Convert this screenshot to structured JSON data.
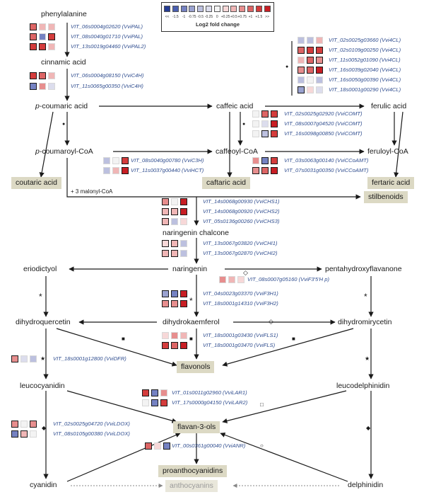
{
  "legend": {
    "ticks": [
      "<<",
      "-1.5",
      "-1",
      "-0.75",
      "-0.5",
      "-0.25",
      "0",
      "+0.25",
      "+0.5",
      "+0.75",
      "+1",
      "+1.5",
      ">>"
    ],
    "title": "Log2 fold change",
    "colors": [
      "#263c94",
      "#4a5fb0",
      "#7582c2",
      "#9aa2d0",
      "#bcc0df",
      "#dcdded",
      "#f3f3f3",
      "#f7d8d8",
      "#f0b6b6",
      "#e78e8e",
      "#dd6565",
      "#d43c3c",
      "#c81e24"
    ]
  },
  "compounds": {
    "phenylalanine": "phenylalanine",
    "cinnamic": "cinnamic acid",
    "pcoumaric_pre": "p",
    "pcoumaric": "-coumaric acid",
    "caffeic": "caffeic acid",
    "ferulic": "ferulic acid",
    "pcoumaroyl_pre": "p",
    "pcoumaroyl": "-coumaroyl-CoA",
    "caffeoyl": "caffeoyl-CoA",
    "feruloyl": "feruloyl-CoA",
    "malonyl": "+ 3 malonyl-CoA",
    "chalcone": "naringenin chalcone",
    "naringenin": "naringenin",
    "eriodictyol": "eriodictyol",
    "pentahydroxy": "pentahydroxyflavanone",
    "dihydroquercetin": "dihydroquercetin",
    "dihydrokaempferol": "dihydrokaemferol",
    "dihydromyricetin": "dihydromirycetin",
    "leucocyanidin": "leucocyanidin",
    "leucodelphinidin": "leucodelphinidin",
    "cyanidin": "cyanidin",
    "delphinidin": "delphinidin"
  },
  "products": {
    "coutaric": "coutaric acid",
    "caftaric": "caftaric acid",
    "fertaric": "fertaric acid",
    "stilbenoids": "stilbenoids",
    "flavonols": "flavonols",
    "flavan3ols": "flavan-3-ols",
    "proanthocyanidins": "proanthocyanidins",
    "anthocyanins": "anthocyanins"
  },
  "genes": {
    "pal1": "VIT_06s0004g02620 (VviPAL)",
    "pal2": "VIT_08s0040g01710 (VviPAL)",
    "pal3": "VIT_13s0019g04460 (VviPAL2)",
    "c4h1": "VIT_06s0004g08150 (VviC4H)",
    "c4h2": "VIT_11s0065g00350 (VviC4H)",
    "cl1": "VIT_02s0025g03660 (Vvi4CL)",
    "cl2": "VIT_02s0109g00250 (Vvi4CL)",
    "cl3": "VIT_11s0052g01090 (Vvi4CL)",
    "cl4": "VIT_16s0039g02040 (Vvi4CL)",
    "cl5": "VIT_16s0050g00390 (Vvi4CL)",
    "cl6": "VIT_18s0001g00290 (Vvi4CL)",
    "comt1": "VIT_02s0025g02920 (VviCOMT)",
    "comt2": "VIT_08s0007g04520 (VviCOMT)",
    "comt3": "VIT_16s0098g00850 (VviCOMT)",
    "c3h": "VIT_08s0040g00780 (VviC3H)",
    "hct": "VIT_11s0037g00440 (VviHCT)",
    "ccoamt1": "VIT_03s0063g00140 (VviCCoAMT)",
    "ccoamt2": "VIT_07s0031g00350 (VviCCoAMT)",
    "chs1": "VIT_14s0068g00930 (VviCHS1)",
    "chs2": "VIT_14s0068g00920 (VviCHS2)",
    "chs3": "VIT_05s0136g00260 (VviCHS3)",
    "chi1": "VIT_13s0067g03820 (VviCHI1)",
    "chi2": "VIT_13s0067g02870 (VviCHI2)",
    "f35h": "VIT_08s0007g05160 (VviF3'5'H p)",
    "f3h1": "VIT_04s0023g03370 (VviF3H1)",
    "f3h2": "VIT_18s0001g14310 (VviF3H2)",
    "fls1": "VIT_18s0001g03430 (VviFLS1)",
    "fls2": "VIT_18s0001g03470 (VviFLS)",
    "dfr": "VIT_18s0001g12800 (VviDFR)",
    "lar1": "VIT_01s0011g02960 (VviLAR1)",
    "lar2": "VIT_17s0000g04150 (VviLAR2)",
    "ldox1": "VIT_02s0025g04720 (VviLDOX)",
    "ldox2": "VIT_08s0105g00380 (VviLDOX)",
    "anr": "VIT_00s0361g00040 (VviANR)"
  },
  "heatmap_levels": {
    "pal1": [
      10,
      8,
      8
    ],
    "pal2": [
      10,
      2,
      11
    ],
    "pal3": [
      11,
      11,
      8
    ],
    "c4h1": [
      11,
      10,
      8
    ],
    "c4h2": [
      2,
      9,
      5
    ],
    "cl1": [
      4,
      4,
      8
    ],
    "cl2": [
      10,
      11,
      11
    ],
    "cl3": [
      8,
      10,
      9
    ],
    "cl4": [
      9,
      10,
      12
    ],
    "cl5": [
      4,
      6,
      4
    ],
    "cl6": [
      3,
      7,
      5
    ],
    "comt1": [
      6,
      10,
      11
    ],
    "comt2": [
      6,
      5,
      12
    ],
    "comt3": [
      6,
      4,
      11
    ],
    "c3h": [
      4,
      6,
      11
    ],
    "hct": [
      4,
      8,
      12
    ],
    "ccoamt1": [
      9,
      2,
      11
    ],
    "ccoamt2": [
      9,
      10,
      12
    ],
    "chs1": [
      9,
      6,
      12
    ],
    "chs2": [
      8,
      8,
      12
    ],
    "chs3": [
      8,
      4,
      7
    ],
    "chi1": [
      7,
      8,
      4
    ],
    "chi2": [
      8,
      8,
      4
    ],
    "f35h": [
      9,
      8,
      7
    ],
    "f3h1": [
      3,
      2,
      12
    ],
    "f3h2": [
      9,
      9,
      12
    ],
    "fls1": [
      7,
      9,
      8
    ],
    "fls2": [
      11,
      10,
      12
    ],
    "dfr": [
      9,
      5,
      4
    ],
    "lar1": [
      11,
      2,
      9
    ],
    "lar2": [
      6,
      2,
      11
    ],
    "ldox1": [
      9,
      6,
      9
    ],
    "ldox2": [
      2,
      8,
      6
    ],
    "anr": [
      10,
      7,
      2
    ]
  },
  "heatmap_bold": {
    "pal1": [
      true,
      false,
      false
    ],
    "pal2": [
      true,
      false,
      true
    ],
    "pal3": [
      true,
      true,
      false
    ],
    "c4h1": [
      true,
      true,
      false
    ],
    "c4h2": [
      true,
      false,
      false
    ],
    "cl1": [
      false,
      false,
      false
    ],
    "cl2": [
      true,
      true,
      true
    ],
    "cl3": [
      false,
      true,
      true
    ],
    "cl4": [
      true,
      true,
      true
    ],
    "cl5": [
      false,
      false,
      false
    ],
    "cl6": [
      true,
      false,
      false
    ],
    "comt1": [
      false,
      true,
      true
    ],
    "comt2": [
      false,
      false,
      true
    ],
    "comt3": [
      false,
      true,
      true
    ],
    "c3h": [
      false,
      false,
      true
    ],
    "hct": [
      false,
      false,
      true
    ],
    "ccoamt1": [
      false,
      true,
      true
    ],
    "ccoamt2": [
      true,
      true,
      true
    ],
    "chs1": [
      true,
      false,
      true
    ],
    "chs2": [
      true,
      true,
      true
    ],
    "chs3": [
      true,
      false,
      false
    ],
    "chi1": [
      true,
      true,
      false
    ],
    "chi2": [
      true,
      true,
      false
    ],
    "f35h": [
      false,
      false,
      false
    ],
    "f3h1": [
      true,
      true,
      true
    ],
    "f3h2": [
      true,
      true,
      true
    ],
    "fls1": [
      false,
      false,
      false
    ],
    "fls2": [
      true,
      true,
      true
    ],
    "dfr": [
      true,
      false,
      false
    ],
    "lar1": [
      true,
      true,
      false
    ],
    "lar2": [
      false,
      true,
      true
    ],
    "ldox1": [
      true,
      false,
      true
    ],
    "ldox2": [
      true,
      true,
      false
    ],
    "anr": [
      true,
      false,
      true
    ]
  },
  "symbols": {
    "dot": "●",
    "star": "★",
    "asterisk": "*",
    "square": "■",
    "open_square": "□",
    "diamond": "◆",
    "open_diamond": "◇",
    "open_circle": "○"
  }
}
